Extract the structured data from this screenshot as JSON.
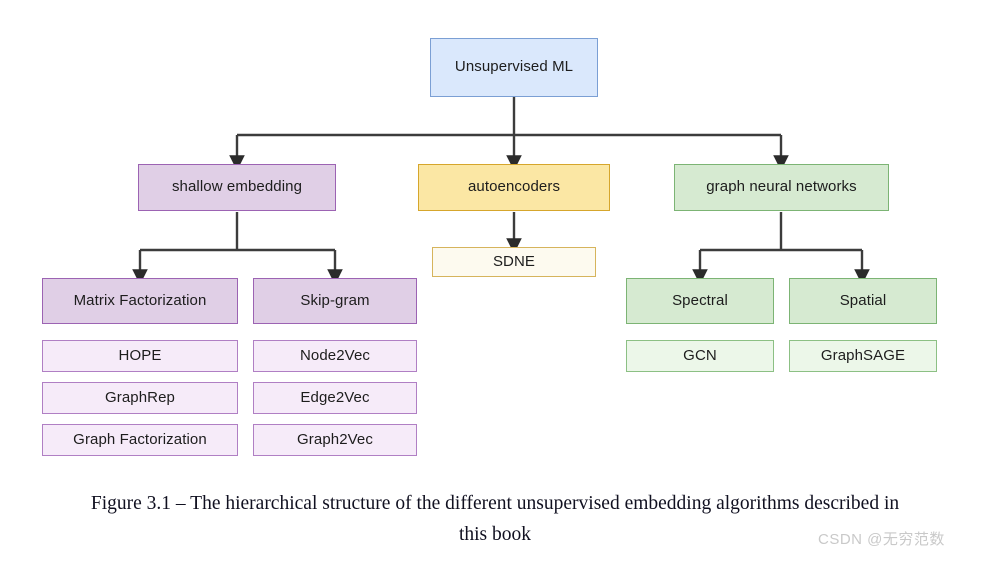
{
  "figure": {
    "background": "#ffffff",
    "caption_line1": "Figure 3.1 – The hierarchical structure of the different unsupervised embedding algorithms described in",
    "caption_line2": "this book",
    "watermark": "CSDN @无穷范数"
  },
  "colors": {
    "root_fill": "#dae8fc",
    "root_stroke": "#7b9fd4",
    "shallow_fill": "#e0cfe6",
    "shallow_stroke": "#9c63b3",
    "shallow_leaf_fill": "#f6ebf9",
    "shallow_leaf_stroke": "#b07fc4",
    "autoencoder_fill": "#fbe7a4",
    "autoencoder_stroke": "#d6a62c",
    "autoencoder_leaf_fill": "#fdfaef",
    "autoencoder_leaf_stroke": "#d6b45c",
    "gnn_fill": "#d6ead1",
    "gnn_stroke": "#7cb474",
    "gnn_leaf_fill": "#ecf7e9",
    "gnn_leaf_stroke": "#8cc084",
    "connector": "#3c3c3c"
  },
  "chart_data": {
    "type": "diagram",
    "title": "The hierarchical structure of the different unsupervised embedding algorithms",
    "root": "Unsupervised ML",
    "branches": [
      {
        "name": "shallow embedding",
        "children": [
          {
            "name": "Matrix Factorization",
            "leaves": [
              "HOPE",
              "GraphRep",
              "Graph Factorization"
            ]
          },
          {
            "name": "Skip-gram",
            "leaves": [
              "Node2Vec",
              "Edge2Vec",
              "Graph2Vec"
            ]
          }
        ]
      },
      {
        "name": "autoencoders",
        "children": [
          {
            "name": "SDNE",
            "leaves": []
          }
        ]
      },
      {
        "name": "graph neural networks",
        "children": [
          {
            "name": "Spectral",
            "leaves": [
              "GCN"
            ]
          },
          {
            "name": "Spatial",
            "leaves": [
              "GraphSAGE"
            ]
          }
        ]
      }
    ]
  },
  "nodes": {
    "root": {
      "label": "Unsupervised ML"
    },
    "shallow": {
      "label": "shallow embedding"
    },
    "autoencoders": {
      "label": "autoencoders"
    },
    "gnn": {
      "label": "graph neural networks"
    },
    "matrix_factorization": {
      "label": "Matrix Factorization"
    },
    "skipgram": {
      "label": "Skip-gram"
    },
    "sdne": {
      "label": "SDNE"
    },
    "spectral": {
      "label": "Spectral"
    },
    "spatial": {
      "label": "Spatial"
    },
    "hope": {
      "label": "HOPE"
    },
    "graphrep": {
      "label": "GraphRep"
    },
    "graph_factorization": {
      "label": "Graph Factorization"
    },
    "node2vec": {
      "label": "Node2Vec"
    },
    "edge2vec": {
      "label": "Edge2Vec"
    },
    "graph2vec": {
      "label": "Graph2Vec"
    },
    "gcn": {
      "label": "GCN"
    },
    "graphsage": {
      "label": "GraphSAGE"
    }
  }
}
